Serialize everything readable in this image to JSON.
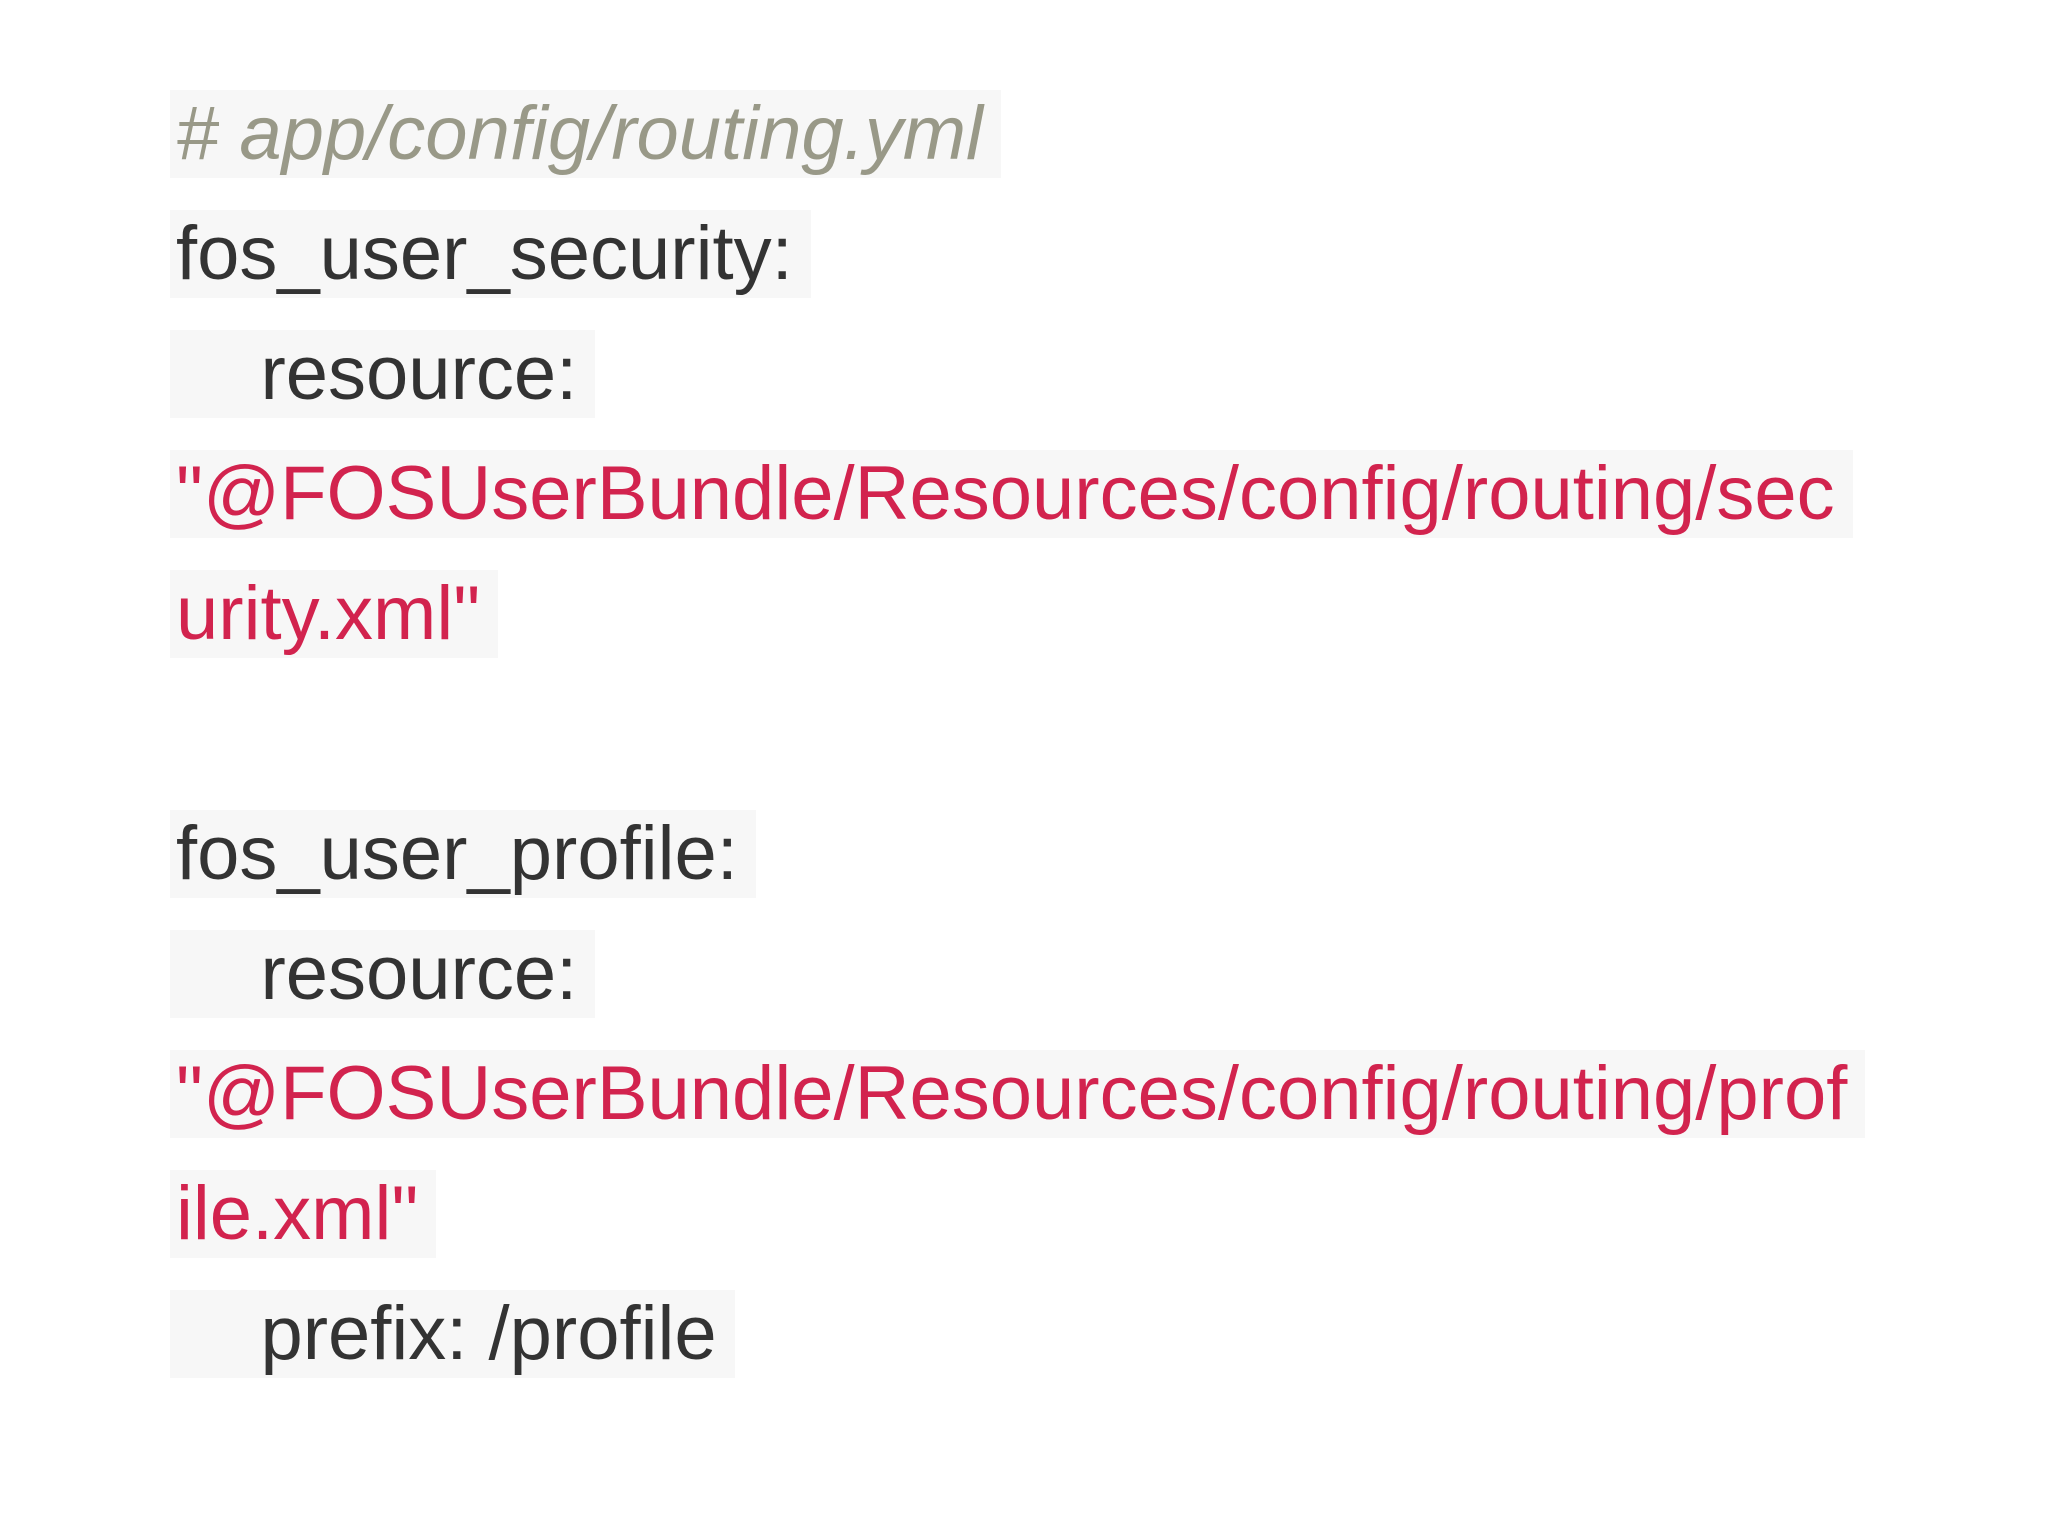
{
  "code_block": {
    "colors": {
      "page_background": "#ffffff",
      "line_background": "#f7f7f7",
      "comment_text": "#999988",
      "plain_text": "#333333",
      "string_text": "#d2234e"
    },
    "lines": [
      {
        "token": "comment",
        "text": "# app/config/routing.yml"
      },
      {
        "token": "plain",
        "text": "fos_user_security:"
      },
      {
        "token": "plain",
        "text": "    resource:"
      },
      {
        "token": "string",
        "text": "\"@FOSUserBundle/Resources/config/routing/sec"
      },
      {
        "token": "string",
        "text": "urity.xml\""
      },
      {
        "token": "blank",
        "text": ""
      },
      {
        "token": "plain",
        "text": "fos_user_profile:"
      },
      {
        "token": "plain",
        "text": "    resource:"
      },
      {
        "token": "string",
        "text": "\"@FOSUserBundle/Resources/config/routing/prof"
      },
      {
        "token": "string",
        "text": "ile.xml\""
      },
      {
        "token": "plain",
        "text": "    prefix: /profile"
      }
    ]
  }
}
